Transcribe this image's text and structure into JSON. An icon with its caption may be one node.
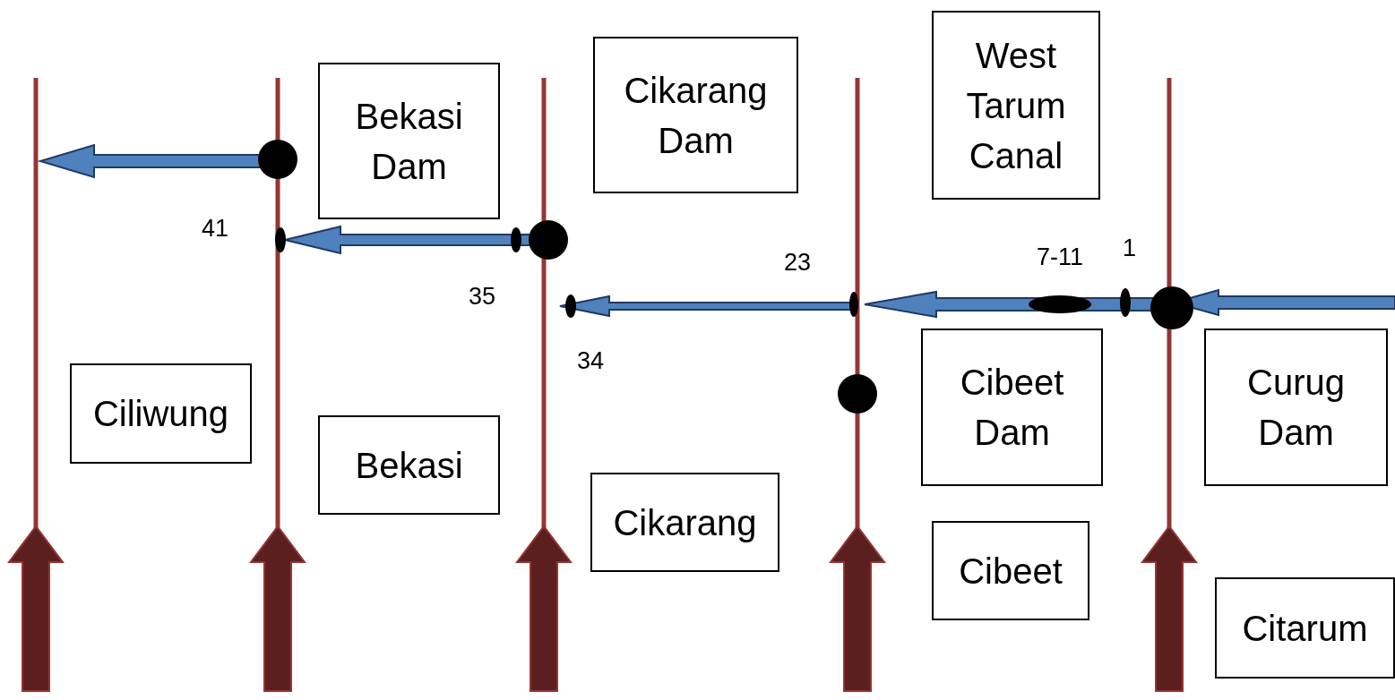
{
  "diagram": {
    "nodes": [
      {
        "text": [
          "West Tarum Canal"
        ]
      },
      {
        "text": [
          "Cikarang Dam"
        ]
      },
      {
        "text": [
          "Bekasi Dam"
        ]
      },
      {
        "text": [
          "Cibeet Dam"
        ]
      },
      {
        "text": [
          "Curug Dam"
        ]
      },
      {
        "text": [
          "Ciliwung"
        ]
      },
      {
        "text": [
          "Bekasi"
        ]
      },
      {
        "text": [
          "Cikarang"
        ]
      },
      {
        "text": [
          "Cibeet"
        ]
      },
      {
        "text": [
          "Citarum"
        ]
      }
    ],
    "labels": [
      "1",
      "7-11",
      "23",
      "41",
      "35",
      "34"
    ]
  }
}
